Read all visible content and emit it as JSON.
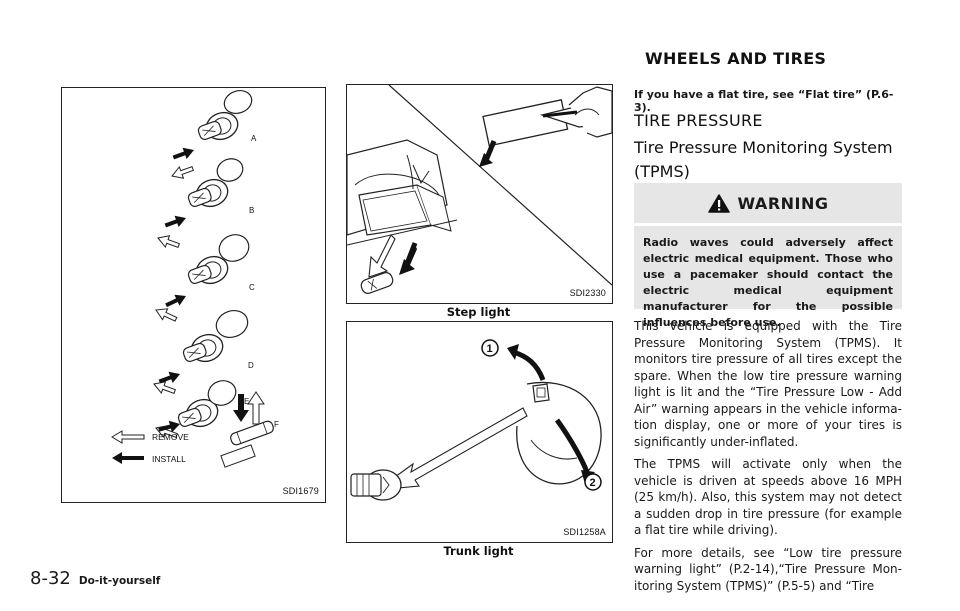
{
  "figures": {
    "bulbs": {
      "code": "SDI1679",
      "labels": [
        "A",
        "B",
        "C",
        "D",
        "E",
        "F"
      ],
      "legend_remove": "REMOVE",
      "legend_install": "INSTALL"
    },
    "step_light": {
      "code": "SDI2330",
      "caption": "Step light"
    },
    "trunk_light": {
      "code": "SDI1258A",
      "caption": "Trunk light",
      "callout_1": "1",
      "callout_2": "2"
    }
  },
  "section": {
    "title": "WHEELS AND TIRES",
    "flat_tire_note": "If you have a flat tire, see “Flat tire” (P.6-3).",
    "heading": "TIRE PRESSURE",
    "subheading_line1": "Tire Pressure Monitoring System",
    "subheading_line2": "(TPMS)"
  },
  "warning": {
    "title": "WARNING",
    "icon": "warning-triangle-icon",
    "text": "Radio waves could adversely affect electric medical equipment. Those who use a pacemaker should contact the electric medical equipment manufacturer for the possible influences before use."
  },
  "body": {
    "p1": "This vehicle is equipped with the Tire Pressure Monitoring System (TPMS). It monitors tire pressure of all tires except the spare. When the low tire pressure warning light is lit and the “Tire Pressure Low - Add Air” warning appears in the vehicle informa-tion display, one or more of your tires is significantly under-inflated.",
    "p2": "The TPMS will activate only when the vehicle is driven at speeds above 16 MPH (25 km/h). Also, this system may not detect a sudden drop in tire pressure (for example a flat tire while driving).",
    "p3": "For more details, see “Low tire pressure warning light” (P.2-14),“Tire Pressure Mon-itoring System (TPMS)” (P.5-5) and “Tire"
  },
  "footer": {
    "page_number": "8-32",
    "section_name": "Do-it-yourself"
  }
}
